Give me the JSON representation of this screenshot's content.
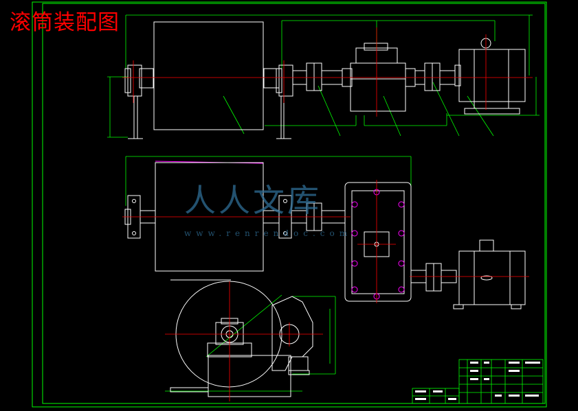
{
  "title": "滚筒装配图",
  "watermark": {
    "text": "人人文库",
    "url": "www.renrendoc.com"
  },
  "colors": {
    "background": "#000000",
    "frame": "#00ff00",
    "outline": "#ffffff",
    "centerline": "#ff0000",
    "dimension": "#00ff00",
    "hidden": "#ff00ff",
    "title_text": "#ff0000",
    "watermark": "#2f6e96"
  },
  "views": [
    "front-view",
    "top-view",
    "side-section-view"
  ],
  "icons": [
    "drum",
    "bearing-block",
    "coupling",
    "gear-reducer",
    "electric-motor",
    "title-block"
  ]
}
